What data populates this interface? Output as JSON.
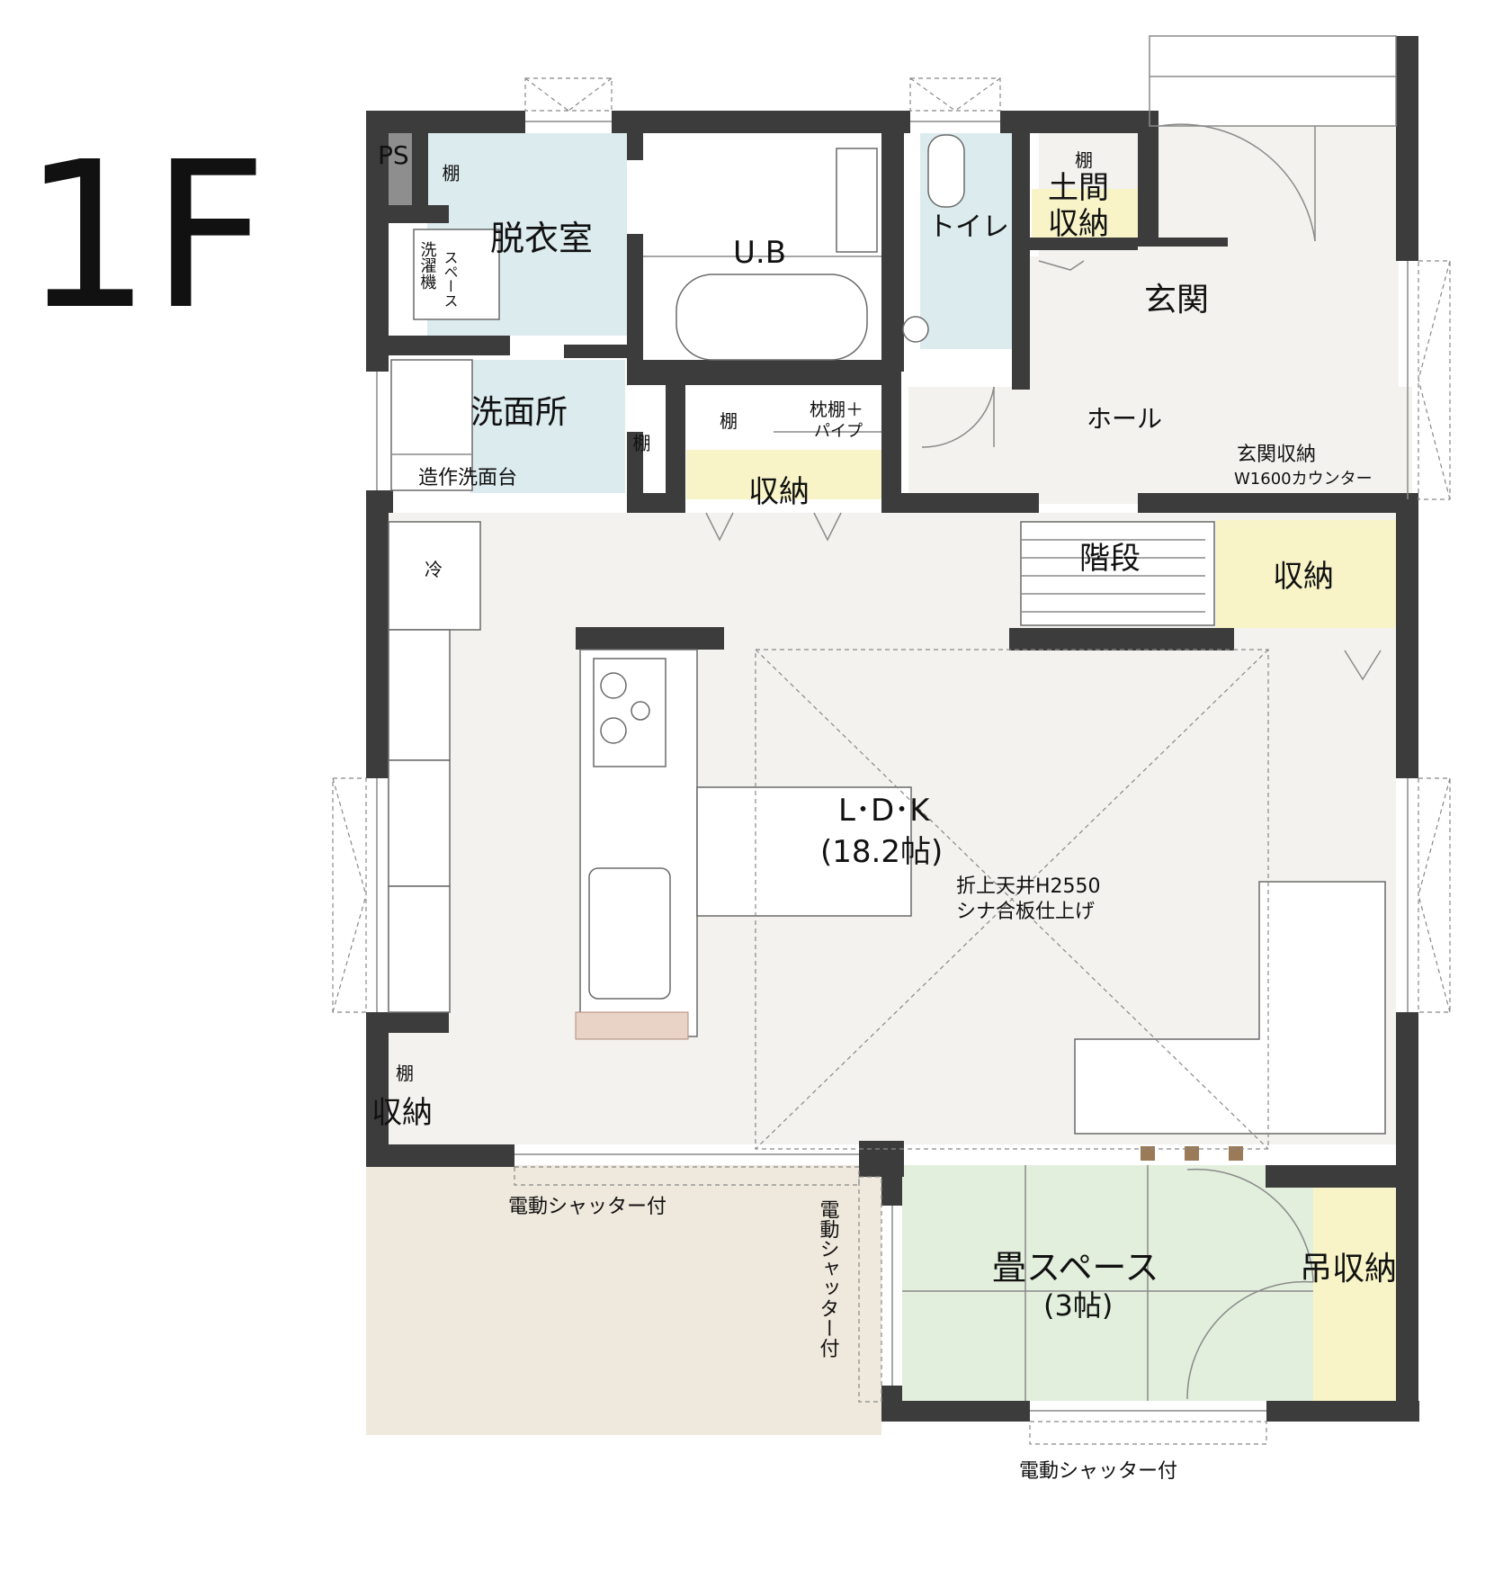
{
  "floor_label": "1F",
  "colors": {
    "wall": "#3c3c3c",
    "floor": "#f3f2ee",
    "wet_area": "#dcebee",
    "storage": "#f8f4c8",
    "tatami": "#e3efdd",
    "terrace": "#efe8dc",
    "ps": "#8e8e8e",
    "wood_step": "#e9d2c6",
    "post": "#9b7b57"
  },
  "rooms": {
    "ps": "PS",
    "shelf_top": "棚",
    "datsuijo": "脱衣室",
    "washer_1": "洗濯機",
    "washer_2": "スペース",
    "ub": "U.B",
    "toilet": "トイレ",
    "doma_shelf": "棚",
    "doma_1": "土間",
    "doma_2": "収納",
    "genkan": "玄関",
    "senmenjo": "洗面所",
    "vanity": "造作洗面台",
    "shelf_mid": "棚",
    "shelf_closet": "棚",
    "pillow_1": "枕棚＋",
    "pillow_2": "パイプ",
    "storage_1": "収納",
    "hall": "ホール",
    "genkan_storage_1": "玄関収納",
    "genkan_storage_2": "W1600カウンター",
    "stairs": "階段",
    "storage_2": "収納",
    "fridge": "冷",
    "ldk_1": "L･D･K",
    "ldk_2": "(18.2帖)",
    "ceiling_1": "折上天井H2550",
    "ceiling_2": "シナ合板仕上げ",
    "shelf_low": "棚",
    "storage_3": "収納",
    "tatami_1": "畳スペース",
    "tatami_2": "(3帖)",
    "hanging_storage": "吊収納",
    "shutter_1": "電動シャッター付",
    "shutter_2": "電動シャッター付",
    "shutter_3": "電動シャッター付"
  }
}
